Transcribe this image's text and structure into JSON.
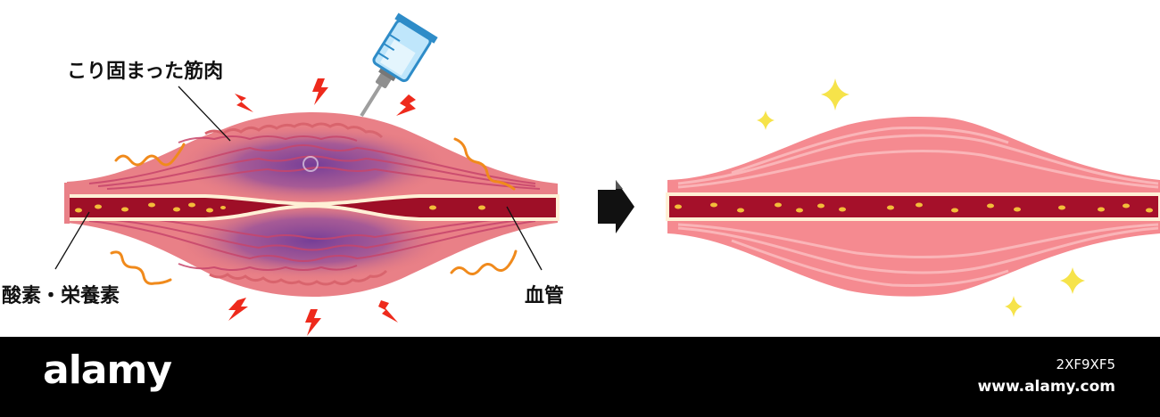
{
  "labels": {
    "stiff_muscle": "こり固まった筋肉",
    "oxygen_nutrients": "酸素・栄養素",
    "blood_vessel": "血管"
  },
  "footer": {
    "brand": "alamy",
    "image_id": "2XF9XF5",
    "site": "www.alamy.com"
  },
  "colors": {
    "muscle_pink": "#ef8f93",
    "muscle_light": "#fbb7b8",
    "bruise_purple": "#7a3f9a",
    "vessel_red": "#a5102a",
    "vessel_edge": "#fff0d6",
    "particle": "#f2bd3a",
    "spark": "#ee2a1c",
    "squiggle": "#f08a1c",
    "sparkle": "#f6e34a",
    "arrow": "#111111"
  },
  "icons": [
    "syringe-icon",
    "lightning-icon",
    "sparkle-icon",
    "arrow-right-icon"
  ]
}
